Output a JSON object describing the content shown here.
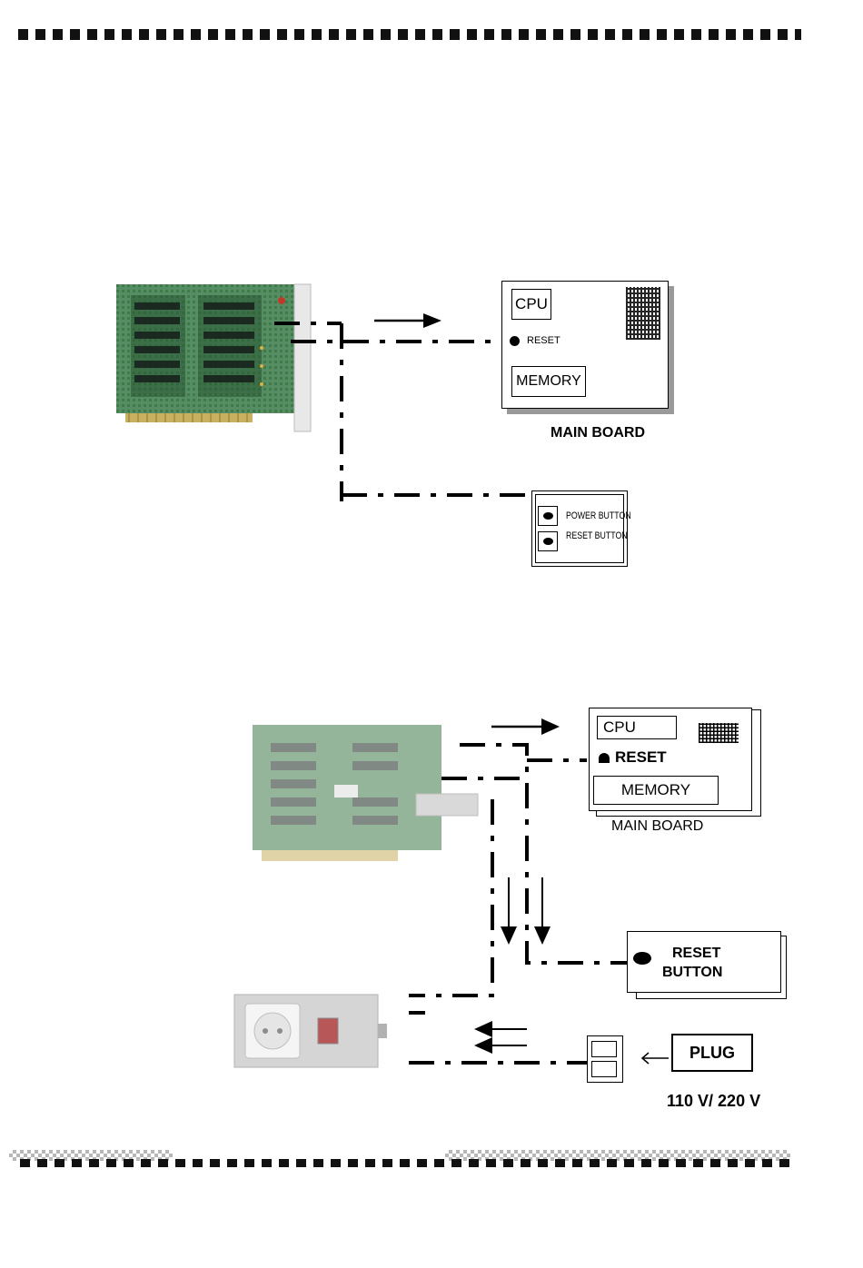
{
  "diagram1": {
    "main_board": {
      "cpu": "CPU",
      "reset": "RESET",
      "memory": "MEMORY",
      "caption": "MAIN BOARD"
    },
    "panel": {
      "power_button": "POWER BUTTON",
      "reset_button": "RESET BUTTON"
    }
  },
  "diagram2": {
    "main_board": {
      "cpu": "CPU",
      "reset": "RESET",
      "memory": "MEMORY",
      "caption": "MAIN BOARD"
    },
    "reset_button": {
      "line1": "RESET",
      "line2": "BUTTON"
    },
    "plug": "PLUG",
    "voltage": "110 V/ 220 V"
  },
  "colors": {
    "pcb_green": "#3f7a4a",
    "pcb_light": "#6fa07a",
    "device_gray": "#c8c8c8",
    "switch_red": "#c0392b"
  }
}
